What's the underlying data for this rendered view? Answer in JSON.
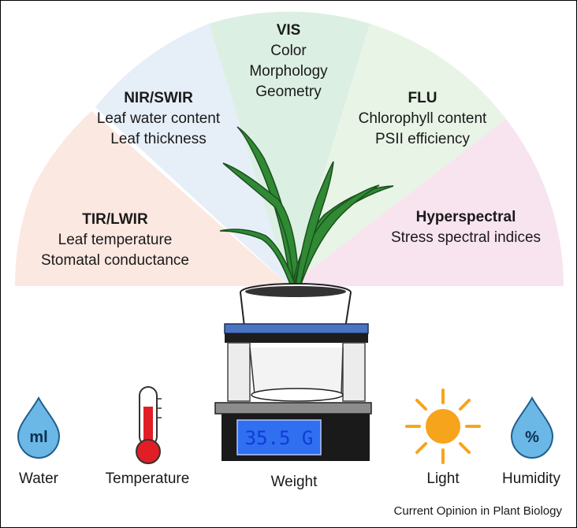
{
  "sectors": {
    "tir": {
      "title": "TIR/LWIR",
      "lines": [
        "Leaf temperature",
        "Stomatal conductance"
      ],
      "color": "#fbe8e1"
    },
    "nir": {
      "title": "NIR/SWIR",
      "lines": [
        "Leaf water content",
        "Leaf thickness"
      ],
      "color": "#e6eff8"
    },
    "vis": {
      "title": "VIS",
      "lines": [
        "Color",
        "Morphology",
        "Geometry"
      ],
      "color": "#dcefe3"
    },
    "flu": {
      "title": "FLU",
      "lines": [
        "Chlorophyll content",
        "PSII efficiency"
      ],
      "color": "#e8f4e6"
    },
    "hyper": {
      "title": "Hyperspectral",
      "lines": [
        "Stress spectral indices"
      ],
      "color": "#f7e4ef"
    }
  },
  "scale": {
    "display": "35.5 G"
  },
  "sensors": {
    "water": {
      "icon_text": "ml",
      "label": "Water",
      "icon": "water-drop-icon"
    },
    "temperature": {
      "label": "Temperature",
      "icon": "thermometer-icon"
    },
    "weight": {
      "label": "Weight",
      "icon": "scale-icon"
    },
    "light": {
      "label": "Light",
      "icon": "sun-icon"
    },
    "humidity": {
      "icon_text": "%",
      "label": "Humidity",
      "icon": "humidity-drop-icon"
    }
  },
  "colors": {
    "drop": "#3a8fc9",
    "thermo_red": "#e11e26",
    "sun": "#f7a41d",
    "scale_top": "#4a74c4",
    "lcd": "#2f6ff0"
  },
  "footer": "Current Opinion in Plant Biology"
}
